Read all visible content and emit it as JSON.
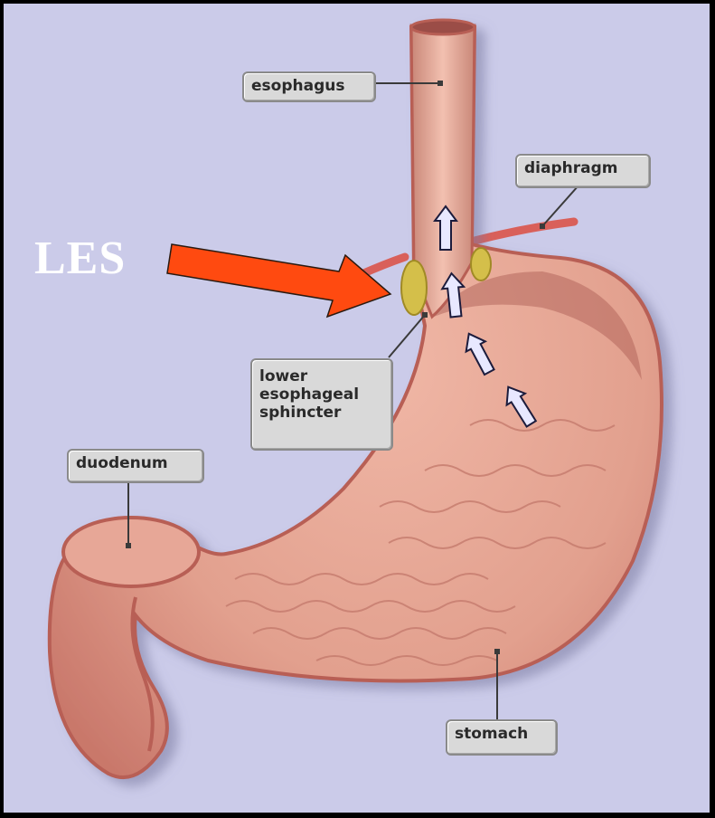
{
  "labels": {
    "les": "LES",
    "esophagus": "esophagus",
    "diaphragm": "diaphragm",
    "lower_esophageal_sphincter": "lower\nesophageal\nsphincter",
    "duodenum": "duodenum",
    "stomach": "stomach"
  },
  "colors": {
    "background": "#cbcbe9",
    "tissue": "#e9a595",
    "tissue_dark": "#c9736a",
    "sphincter": "#d4bf4a",
    "diaphragm": "#d9605a",
    "les_arrow": "#ff4a10",
    "reflux_arrows": "#e8e8ff"
  },
  "icons": {
    "reflux": "up-arrow-icon"
  }
}
